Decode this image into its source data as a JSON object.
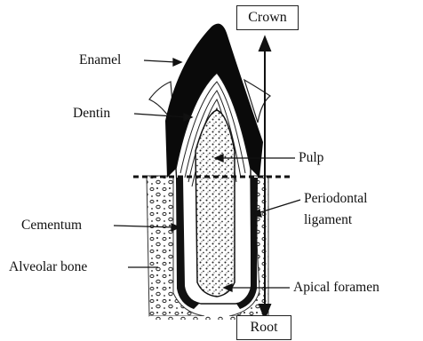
{
  "labels": {
    "crown": "Crown",
    "root": "Root",
    "enamel": "Enamel",
    "dentin": "Dentin",
    "pulp": "Pulp",
    "periodontal_line1": "Periodontal",
    "periodontal_line2": "ligament",
    "cementum": "Cementum",
    "alveolar_bone": "Alveolar bone",
    "apical_foramen": "Apical foramen"
  }
}
